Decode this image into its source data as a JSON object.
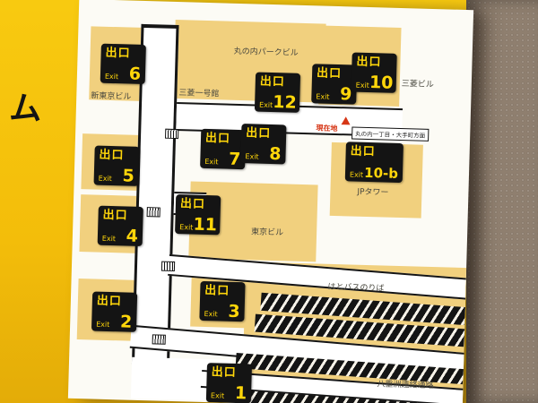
{
  "scene": {
    "side_char": "ム"
  },
  "badge": {
    "kanji": "出口",
    "latin": "Exit"
  },
  "exits": [
    "6",
    "12",
    "9",
    "10",
    "7",
    "8",
    "10-b",
    "5",
    "11",
    "4",
    "3",
    "2",
    "1"
  ],
  "labels": {
    "marunouchi_park": "丸の内パークビル",
    "mitsubishi_ichigokan": "三菱一号館",
    "shin_tokyo": "新東京ビル",
    "mitsubishi": "三菱ビル",
    "jp_tower": "JPタワー",
    "tokyo_bldg": "東京ビル",
    "hato_bus": "はとバスのりば",
    "yaesu": "八重洲連絡通路"
  },
  "marker": {
    "label": "現在地"
  },
  "direction_sign": "丸の内一丁目・大手町方面",
  "colors": {
    "accent_yellow": "#f5c500",
    "badge_bg": "#141414",
    "badge_text": "#ffd60a",
    "building": "#f1d07e",
    "wall": "#8f7f6f",
    "marker_red": "#d63616"
  }
}
